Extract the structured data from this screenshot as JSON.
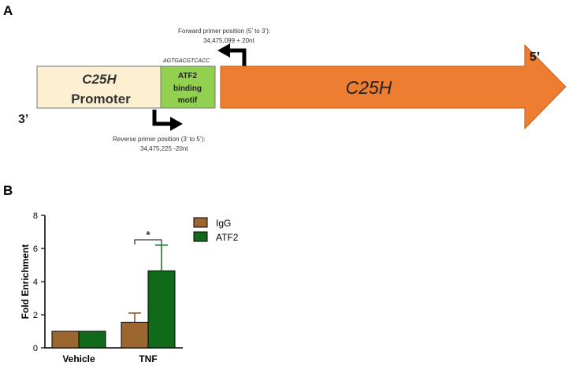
{
  "panel_a": {
    "label": "A",
    "forward_primer": {
      "title": "Forward primer  position (5’ to 3’):",
      "position": "34,475,099 + 20nt"
    },
    "reverse_primer": {
      "title": "Reverse primer position (3’ to 5’):",
      "position": "34,475,225 -20nt"
    },
    "motif_sequence": "AGTGACGTCACC",
    "promoter_box": {
      "gene": "C25H",
      "word": "Promoter",
      "fill": "#fdf0d2"
    },
    "motif_box": {
      "line1": "ATF2",
      "line2": "binding",
      "line3": "motif",
      "fill": "#92d050"
    },
    "gene_arrow": {
      "label": "C25H",
      "fill": "#ed7d31"
    },
    "end_3": "3’",
    "end_5": "5’"
  },
  "panel_b": {
    "label": "B",
    "significance_marker": "*"
  },
  "chart_data": {
    "type": "bar",
    "categories": [
      "Vehicle",
      "TNF"
    ],
    "series": [
      {
        "name": "IgG",
        "values": [
          1.0,
          1.55
        ],
        "errors": [
          0,
          0.55
        ],
        "color": "#9c6630"
      },
      {
        "name": "ATF2",
        "values": [
          1.0,
          4.65
        ],
        "errors": [
          0,
          1.55
        ],
        "color": "#106a1a"
      }
    ],
    "ylabel": "Fold Enrichment",
    "xlabel": "",
    "ylim": [
      0,
      8
    ],
    "yticks": [
      0,
      2,
      4,
      6,
      8
    ],
    "legend": "top-right",
    "grid": false
  }
}
